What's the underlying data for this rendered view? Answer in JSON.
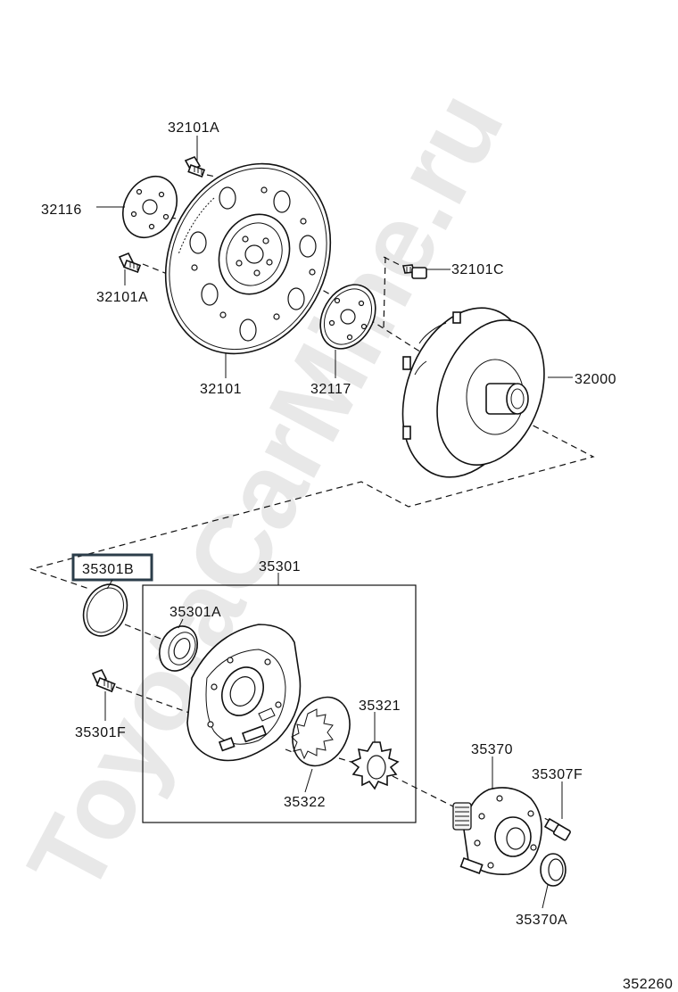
{
  "watermark": "ToyotaCarMine.ru",
  "diagram_id": "352260",
  "highlight_color": "#2b3d4a",
  "labels": {
    "p32101A": "32101A",
    "p32116": "32116",
    "p32101A_lower": "32101A",
    "p32101": "32101",
    "p32117": "32117",
    "p32101C": "32101C",
    "p32000": "32000",
    "p35301B": "35301B",
    "p35301": "35301",
    "p35301A": "35301A",
    "p35301F": "35301F",
    "p35321": "35321",
    "p35322": "35322",
    "p35370": "35370",
    "p35307F": "35307F",
    "p35370A": "35370A"
  }
}
